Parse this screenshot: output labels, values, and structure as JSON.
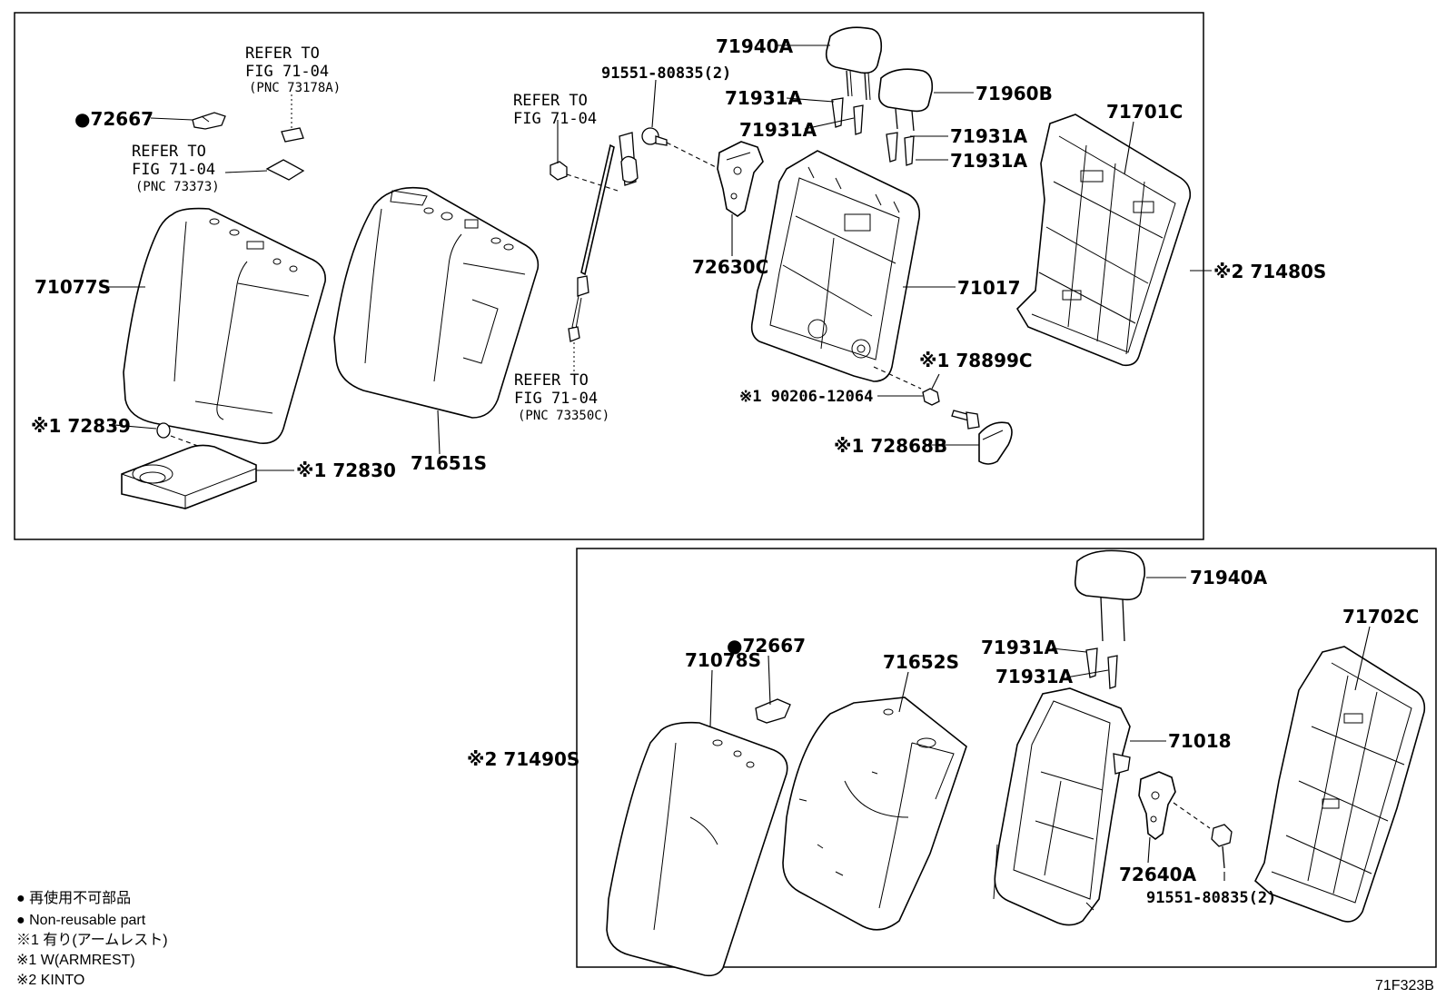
{
  "figure_code": "71F323B",
  "top_panel": {
    "assembly_label": "※2 71480S",
    "parts": [
      {
        "id": "p_72667_top",
        "label": "●72667"
      },
      {
        "id": "p_71077S",
        "label": "71077S"
      },
      {
        "id": "p_71651S",
        "label": "71651S"
      },
      {
        "id": "p_72839",
        "label": "※1 72839"
      },
      {
        "id": "p_72830",
        "label": "※1 72830"
      },
      {
        "id": "p_91551_top",
        "label": "91551-80835(2)"
      },
      {
        "id": "p_72630C",
        "label": "72630C"
      },
      {
        "id": "p_71940A_top",
        "label": "71940A"
      },
      {
        "id": "p_71931A_1",
        "label": "71931A"
      },
      {
        "id": "p_71931A_2",
        "label": "71931A"
      },
      {
        "id": "p_71931A_3",
        "label": "71931A"
      },
      {
        "id": "p_71931A_4",
        "label": "71931A"
      },
      {
        "id": "p_71960B",
        "label": "71960B"
      },
      {
        "id": "p_71017",
        "label": "71017"
      },
      {
        "id": "p_71701C",
        "label": "71701C"
      },
      {
        "id": "p_78899C",
        "label": "※1 78899C"
      },
      {
        "id": "p_90206",
        "label": "※1 90206-12064"
      },
      {
        "id": "p_72868B",
        "label": "※1 72868B"
      }
    ],
    "refer_notes": [
      {
        "id": "ref1",
        "lines": [
          "REFER TO",
          "FIG 71-04",
          "(PNC 73178A)"
        ]
      },
      {
        "id": "ref2",
        "lines": [
          "REFER TO",
          "FIG 71-04",
          "(PNC 73373)"
        ]
      },
      {
        "id": "ref3",
        "lines": [
          "REFER TO",
          "FIG 71-04"
        ]
      },
      {
        "id": "ref4",
        "lines": [
          "REFER TO",
          "FIG 71-04",
          "(PNC 73350C)"
        ]
      }
    ]
  },
  "bottom_panel": {
    "assembly_label": "※2 71490S",
    "parts": [
      {
        "id": "p_71940A_bot",
        "label": "71940A"
      },
      {
        "id": "p_71702C",
        "label": "71702C"
      },
      {
        "id": "p_72667_bot",
        "label": "●72667"
      },
      {
        "id": "p_71078S",
        "label": "71078S"
      },
      {
        "id": "p_71652S",
        "label": "71652S"
      },
      {
        "id": "p_71931A_5",
        "label": "71931A"
      },
      {
        "id": "p_71931A_6",
        "label": "71931A"
      },
      {
        "id": "p_71018",
        "label": "71018"
      },
      {
        "id": "p_72640A",
        "label": "72640A"
      },
      {
        "id": "p_91551_bot",
        "label": "91551-80835(2)"
      }
    ]
  },
  "legend": [
    "● 再使用不可部品",
    "● Non-reusable part",
    "※1 有り(アームレスト)",
    "※1 W(ARMREST)",
    "※2 KINTO"
  ]
}
